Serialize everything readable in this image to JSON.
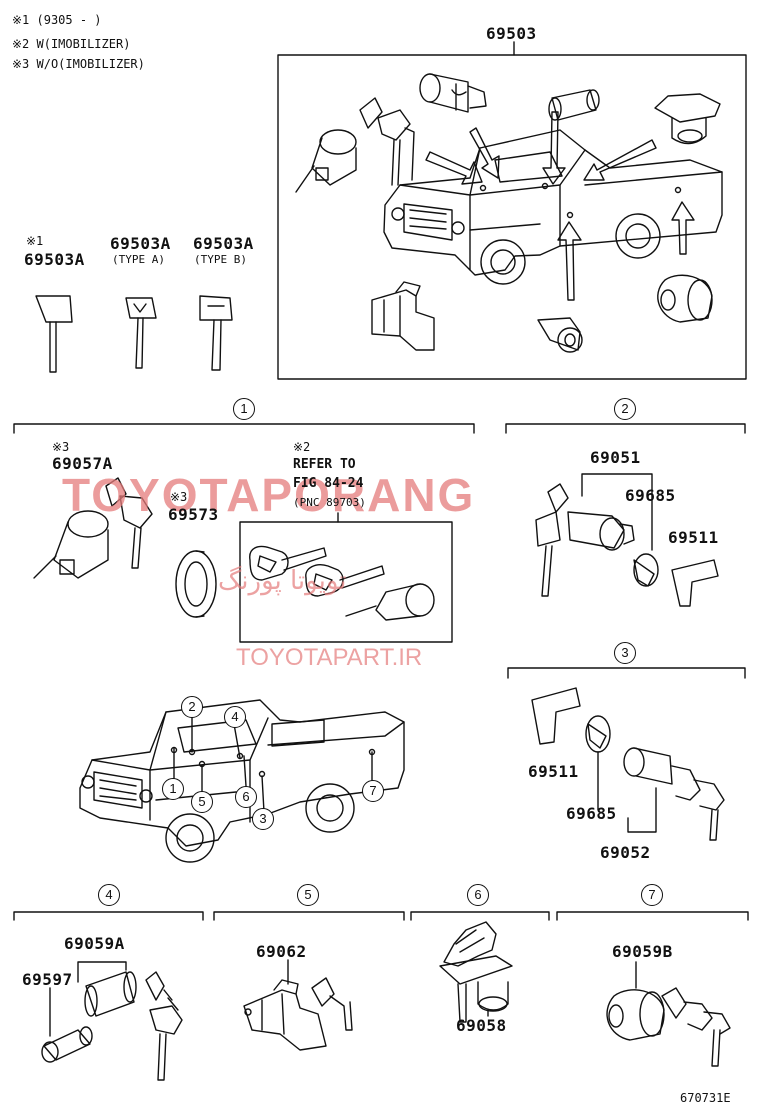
{
  "notes": [
    "※1 (9305 -      )",
    "※2 W(IMOBILIZER)",
    "※3 W/O(IMOBILIZER)"
  ],
  "assembly": {
    "part_number": "69503"
  },
  "keys": [
    {
      "mark": "※1",
      "part_number": "69503A",
      "type": ""
    },
    {
      "mark": "",
      "part_number": "69503A",
      "type": "(TYPE A)"
    },
    {
      "mark": "",
      "part_number": "69503A",
      "type": "(TYPE B)"
    }
  ],
  "sections": {
    "s1": {
      "number": "1",
      "part_69057A": {
        "mark": "※3",
        "part_number": "69057A"
      },
      "part_69573": {
        "mark": "※3",
        "part_number": "69573"
      },
      "refer": {
        "mark": "※2",
        "line1": "REFER TO",
        "line2": "FIG 84-24",
        "line3": "(PNC 89703)"
      }
    },
    "s2": {
      "number": "2",
      "p1": "69051",
      "p2": "69685",
      "p3": "69511"
    },
    "s3": {
      "number": "3",
      "p1": "69511",
      "p2": "69685",
      "p3": "69052"
    },
    "s4": {
      "number": "4",
      "p1": "69059A",
      "p2": "69597"
    },
    "s5": {
      "number": "5",
      "p1": "69062"
    },
    "s6": {
      "number": "6",
      "p1": "69058"
    },
    "s7": {
      "number": "7",
      "p1": "69059B"
    }
  },
  "vehicle_callouts": [
    "1",
    "2",
    "3",
    "4",
    "5",
    "6",
    "7"
  ],
  "watermark": {
    "line1": "TOYOTAPORANG",
    "line2": "تويوتا پورنگ",
    "line3": "TOYOTAPART.IR"
  },
  "drawing_code": "670731E"
}
